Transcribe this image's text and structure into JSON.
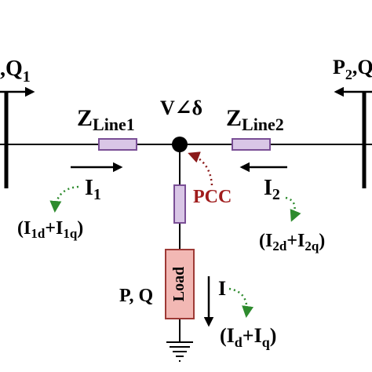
{
  "labels": {
    "left_power": ",Q",
    "left_power_sub": "1",
    "right_power": "P",
    "right_power_sub": "2",
    "right_power_sep": ",Q",
    "z_line1_main": "Z",
    "z_line1_sub": "Line1",
    "z_line2_main": "Z",
    "z_line2_sub": "Line2",
    "pcc_voltage": "V∠δ",
    "pcc": "PCC",
    "i1_main": "I",
    "i1_sub": "1",
    "i1_decomp_open": "(I",
    "i1_decomp_sub_d": "1d",
    "i1_decomp_plus": "+I",
    "i1_decomp_sub_q": "1q",
    "i1_decomp_close": ")",
    "i2_main": "I",
    "i2_sub": "2",
    "i2_decomp_open": "(I",
    "i2_decomp_sub_d": "2d",
    "i2_decomp_plus": "+I",
    "i2_decomp_sub_q": "2q",
    "i2_decomp_close": ")",
    "load": "Load",
    "load_power": "P, Q",
    "i_main": "I",
    "i_decomp_open": "(I",
    "i_decomp_sub_d": "d",
    "i_decomp_plus": "+I",
    "i_decomp_sub_q": "q",
    "i_decomp_close": ")"
  },
  "colors": {
    "line": "#000000",
    "impedance_fill": "#d9c6e6",
    "impedance_stroke": "#7a4f96",
    "load_fill": "#f2b8b4",
    "load_stroke": "#9e3a36",
    "pcc_text": "#a01c1c",
    "dotted_green": "#2e8b2e",
    "dotted_red": "#8b1a1a"
  }
}
